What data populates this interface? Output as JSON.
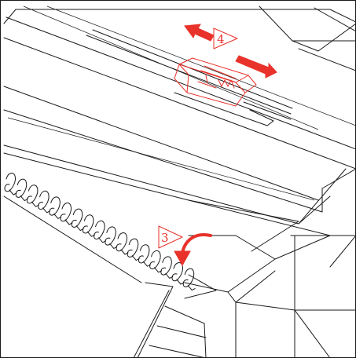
{
  "diagram": {
    "steps": [
      {
        "number": "4",
        "action": "slide-left-right"
      },
      {
        "number": "3",
        "action": "rotate-down"
      }
    ],
    "colors": {
      "line_art": "#1a1a1a",
      "highlight": "#e8322a",
      "background": "#ffffff"
    }
  }
}
